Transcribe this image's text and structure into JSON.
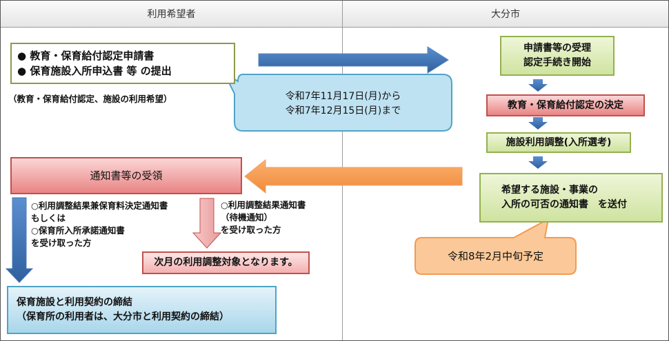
{
  "headers": {
    "applicant": "利用希望者",
    "city": "大分市"
  },
  "applicant": {
    "submit_items": [
      "教育・保育給付認定申請書",
      "保育施設入所申込書 等 の提出"
    ],
    "submit_note": "（教育・保育給付認定、施設の利用希望）",
    "period_lines": [
      "令和7年11月17日(月)から",
      "令和7年12月15日(月)まで"
    ],
    "receive_label": "通知書等の受領",
    "accepted_lines": [
      "○利用調整結果兼保育料決定通知書",
      "もしくは",
      "○保育所入所承諾通知書",
      "を受け取った方"
    ],
    "waiting_lines": [
      "○利用調整結果通知書",
      "（待機通知）",
      "を受け取った方"
    ],
    "next_month": "次月の利用調整対象となります。",
    "contract_lines": [
      "保育施設と利用契約の締結",
      "（保育所の利用者は、大分市と利用契約の締結）"
    ]
  },
  "city": {
    "step1_lines": [
      "申請書等の受理",
      "認定手続き開始"
    ],
    "step2": "教育・保育給付認定の決定",
    "step3": "施設利用調整(入所選考)",
    "step4_lines": [
      "希望する施設・事業の",
      "入所の可否の通知書　を送付"
    ],
    "schedule": "令和8年2月中旬予定"
  }
}
